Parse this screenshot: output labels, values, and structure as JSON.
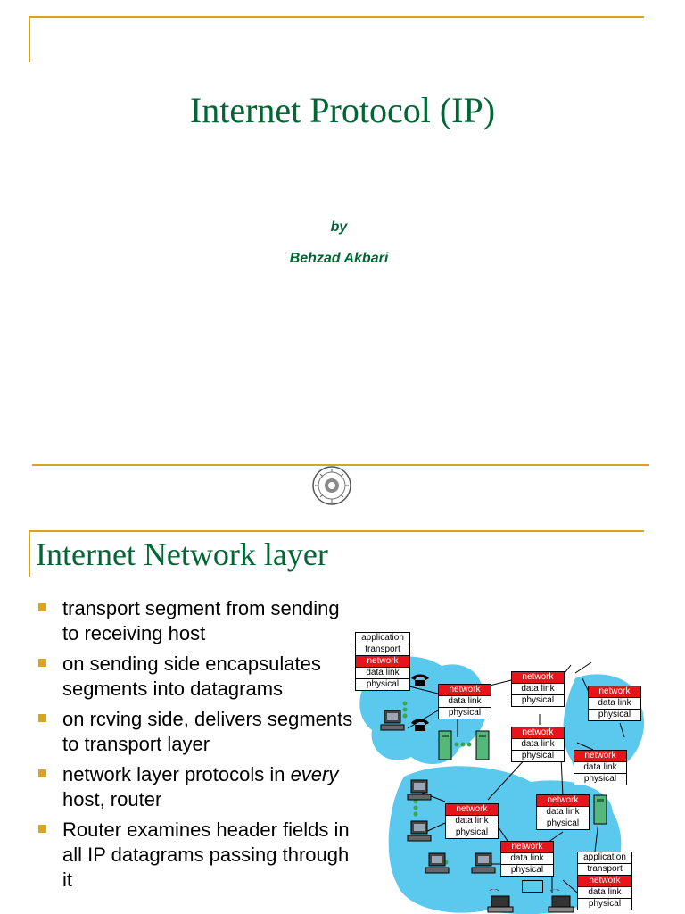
{
  "slide1": {
    "title": "Internet Protocol (IP)",
    "by": "by",
    "author": "Behzad Akbari"
  },
  "slide2": {
    "title": "Internet Network layer",
    "bullets": [
      {
        "pre": "transport segment from sending to receiving host",
        "em": "",
        "post": ""
      },
      {
        "pre": "on sending side encapsulates segments into datagrams",
        "em": "",
        "post": ""
      },
      {
        "pre": "on rcving side, delivers segments to transport layer",
        "em": "",
        "post": ""
      },
      {
        "pre": "network layer protocols in ",
        "em": "every",
        "post": " host, router"
      },
      {
        "pre": "Router examines header fields in all IP datagrams passing through it",
        "em": "",
        "post": ""
      }
    ],
    "diagram": {
      "host_stack": [
        "application",
        "transport",
        "network",
        "data link",
        "physical"
      ],
      "router_stack": [
        "network",
        "data link",
        "physical"
      ]
    }
  },
  "colors": {
    "accent": "#d9a521",
    "title": "#006633",
    "cloud": "#5bc8ee",
    "network_layer": "#e8141b"
  },
  "icons": [
    "university-seal-icon",
    "bullet-square-icon",
    "router-icon",
    "telephone-icon",
    "computer-icon",
    "server-icon",
    "laptop-icon"
  ]
}
